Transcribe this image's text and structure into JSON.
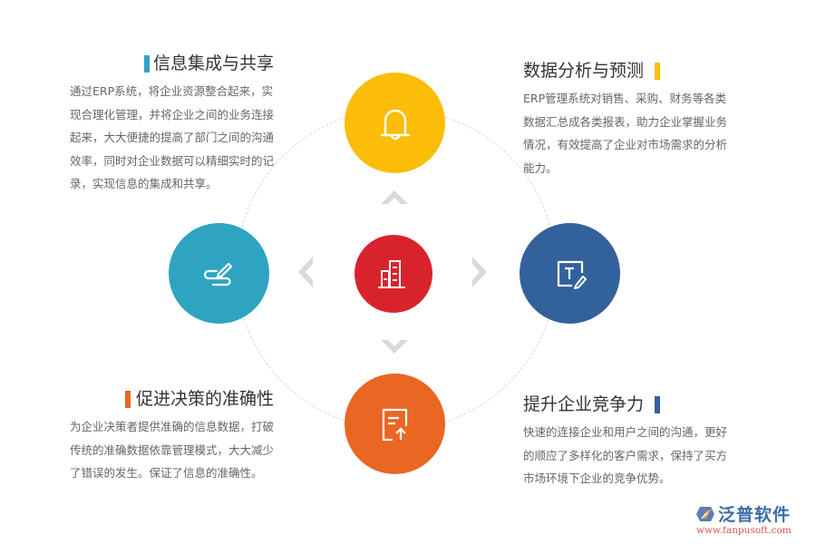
{
  "colors": {
    "teal": "#2ea4c2",
    "yellow": "#fbbd08",
    "blue": "#33619b",
    "orange": "#ea6623",
    "red": "#d9232c",
    "arrow_gray": "#d9d9d9",
    "ring_gray": "#d6d6d6"
  },
  "center": {
    "icon": "building-icon"
  },
  "nodes": [
    {
      "position": "top",
      "icon": "bell-icon",
      "color": "#fbbd08"
    },
    {
      "position": "left",
      "icon": "pen-sign-icon",
      "color": "#2ea4c2"
    },
    {
      "position": "right",
      "icon": "text-edit-icon",
      "color": "#33619b"
    },
    {
      "position": "bottom",
      "icon": "document-upload-icon",
      "color": "#ea6623"
    }
  ],
  "sections": {
    "top_left": {
      "title": "信息集成与共享",
      "accent": "#2ea4c2",
      "text": "通过ERP系统，将企业资源整合起来，实现合理化管理，并将企业之间的业务连接起来，大大便捷的提高了部门之间的沟通效率，同时对企业数据可以精细实时的记录，实现信息的集成和共享。"
    },
    "top_right": {
      "title": "数据分析与预测",
      "accent": "#fbbd08",
      "text": "ERP管理系统对销售、采购、财务等各类数据汇总成各类报表，助力企业掌握业务情况，有效提高了企业对市场需求的分析能力。"
    },
    "bottom_left": {
      "title": "促进决策的准确性",
      "accent": "#ea6623",
      "text": "为企业决策者提供准确的信息数据，打破传统的准确数据依靠管理模式，大大减少了错误的发生。保证了信息的准确性。"
    },
    "bottom_right": {
      "title": "提升企业竞争力",
      "accent": "#33619b",
      "text": "快速的连接企业和用户之间的沟通，更好的顺应了多样化的客户需求，保持了买方市场环境下企业的竞争优势。"
    }
  },
  "logo": {
    "name": "泛普软件",
    "url": "www.fanpusoft.com"
  }
}
